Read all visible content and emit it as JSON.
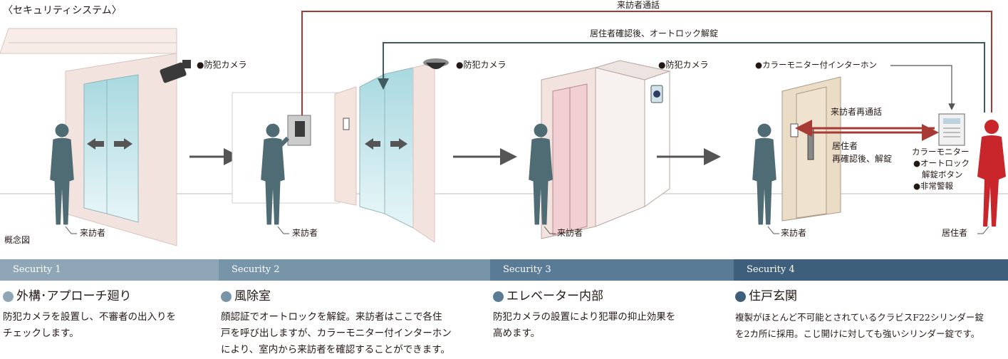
{
  "diagram_title": "〈セキュリティシステム〉",
  "concept_label": "概念図",
  "flow_labels": {
    "visitor_call": "来訪者通話",
    "confirm_unlock": "居住者確認後、オートロック解錠",
    "recall": "来訪者再通話",
    "reconfirm": [
      "居住者",
      "再確認後、解錠"
    ]
  },
  "camera_labels": [
    "●防犯カメラ",
    "●防犯カメラ",
    "●防犯カメラ"
  ],
  "intercom_label": "●カラーモニター付インターホン",
  "monitor_labels": [
    "カラーモニター",
    "●オートロック",
    "解錠ボタン",
    "●非常警報"
  ],
  "person_labels": [
    "来訪者",
    "来訪者",
    "来訪者",
    "来訪者",
    "居住者"
  ],
  "colors": {
    "wall": "#f3e3de",
    "glass": "#b9e1e6",
    "silhouette": "#4f6b73",
    "resident": "#c8262b",
    "line_red": "#a73a35",
    "line_dark": "#3f5b60",
    "arrow_gray": "#555555",
    "sec1": "#8ea6b5",
    "sec2": "#7794a8",
    "sec3": "#5a7b95",
    "sec4": "#3e5f7c"
  },
  "sections": [
    {
      "bar_label": "Security 1",
      "title": "外構･アプローチ廻り",
      "lines": [
        "防犯カメラを設置し、不審者の出入りを",
        "チェックします。"
      ]
    },
    {
      "bar_label": "Security 2",
      "title": "風除室",
      "lines": [
        "顔認証でオートロックを解錠。来訪者はここで各住",
        "戸を呼び出しますが、カラーモニター付インターホン",
        "により、室内から来訪者を確認することができます。"
      ]
    },
    {
      "bar_label": "Security 3",
      "title": "エレベーター内部",
      "lines": [
        "防犯カメラの設置により犯罪の抑止効果を",
        "高めます。"
      ]
    },
    {
      "bar_label": "Security 4",
      "title": "住戸玄関",
      "lines": [
        "複製がほとんど不可能とされているクラビスF22シリンダー錠",
        "を2カ所に採用。こじ開けに対しても強いシリンダー錠です。"
      ]
    }
  ]
}
